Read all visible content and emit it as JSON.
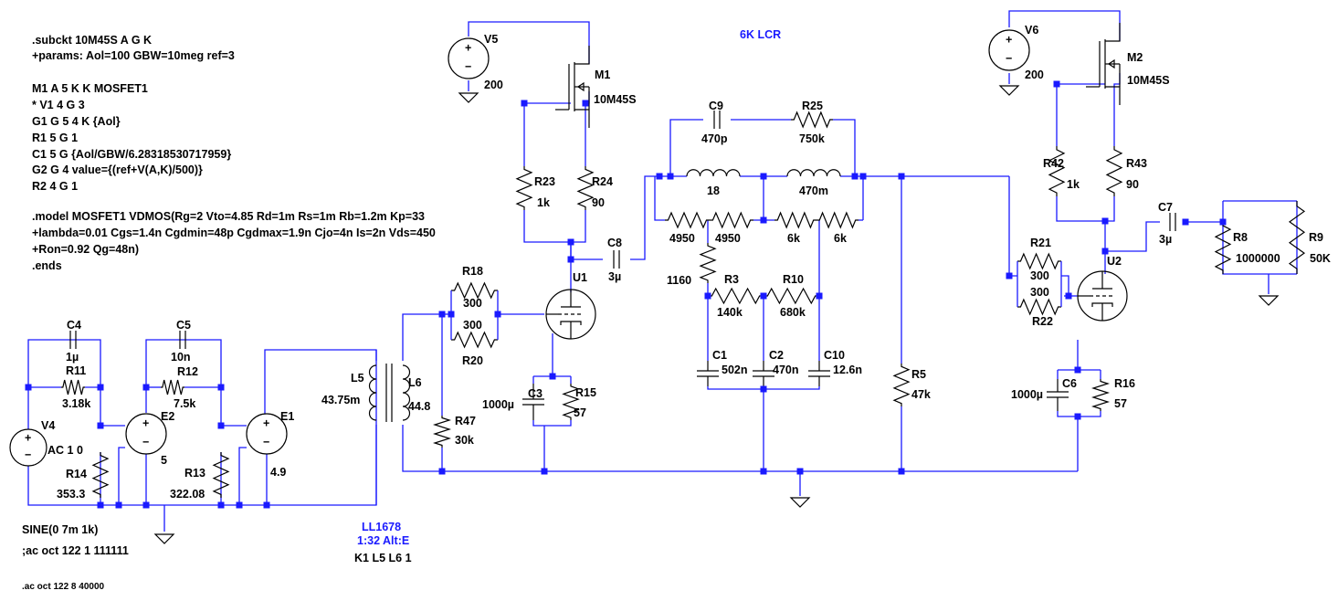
{
  "colors": {
    "wire": "#1a1aff",
    "component": "#000000",
    "net_label": "#1a1aff",
    "background": "#ffffff"
  },
  "title_label": "6K LCR",
  "subckt_lines": [
    ".subckt 10M45S A G K",
    "+params: Aol=100 GBW=10meg ref=3",
    "",
    "M1 A 5 K K MOSFET1",
    "* V1 4 G 3",
    "G1 G 5 4 K {Aol}",
    "R1 5 G 1",
    "C1 5 G {Aol/GBW/6.28318530717959}",
    "G2 G 4 value={(ref+V(A,K)/500)}",
    "R2 4 G 1",
    "",
    ".model MOSFET1 VDMOS(Rg=2 Vto=4.85 Rd=1m Rs=1m Rb=1.2m Kp=33",
    "+lambda=0.01 Cgs=1.4n Cgdmin=48p Cgdmax=1.9n Cjo=4n Is=2n Vds=450",
    "+Ron=0.92 Qg=48n)",
    ".ends"
  ],
  "directives": {
    "sine": "SINE(0 7m 1k)",
    "ac_comment": ";ac oct 122 1 111111",
    "ac": ".ac oct 122 8 40000",
    "coupling": "K1 L5 L6 1",
    "transformer_name": "LL1678",
    "transformer_ratio": "1:32 Alt:E"
  },
  "components": {
    "V4": {
      "name": "V4",
      "value": "AC 1 0"
    },
    "V5": {
      "name": "V5",
      "value": "200"
    },
    "V6": {
      "name": "V6",
      "value": "200"
    },
    "E1": {
      "name": "E1",
      "value": "4.9"
    },
    "E2": {
      "name": "E2",
      "value": "5"
    },
    "M1": {
      "name": "M1",
      "value": "10M45S"
    },
    "M2": {
      "name": "M2",
      "value": "10M45S"
    },
    "U1": {
      "name": "U1"
    },
    "U2": {
      "name": "U2"
    },
    "C4": {
      "name": "C4",
      "value": "1µ"
    },
    "C5": {
      "name": "C5",
      "value": "10n"
    },
    "C3": {
      "name": "C3",
      "value": "1000µ"
    },
    "C6": {
      "name": "C6",
      "value": "1000µ"
    },
    "C8": {
      "name": "C8",
      "value": "3µ"
    },
    "C7": {
      "name": "C7",
      "value": "3µ"
    },
    "C9": {
      "name": "C9",
      "value": "470p"
    },
    "C1": {
      "name": "C1",
      "value": "502n"
    },
    "C2": {
      "name": "C2",
      "value": "470n"
    },
    "C10": {
      "name": "C10",
      "value": "12.6n"
    },
    "R11": {
      "name": "R11",
      "value": "3.18k"
    },
    "R12": {
      "name": "R12",
      "value": "7.5k"
    },
    "R14": {
      "name": "R14",
      "value": "353.3"
    },
    "R13": {
      "name": "R13",
      "value": "322.08"
    },
    "R18": {
      "name": "R18",
      "value": "300"
    },
    "R20": {
      "name": "R20",
      "value": "300"
    },
    "R47": {
      "name": "R47",
      "value": "30k"
    },
    "R15": {
      "name": "R15",
      "value": "57"
    },
    "R23": {
      "name": "R23",
      "value": "1k"
    },
    "R24": {
      "name": "R24",
      "value": "90"
    },
    "R25": {
      "name": "R25",
      "value": "750k"
    },
    "R3": {
      "name": "R3",
      "value": "140k"
    },
    "R10": {
      "name": "R10",
      "value": "680k"
    },
    "R5": {
      "name": "R5",
      "value": "47k"
    },
    "R21": {
      "name": "R21",
      "value": "300"
    },
    "R22": {
      "name": "R22",
      "value": "300"
    },
    "R42": {
      "name": "R42",
      "value": "1k"
    },
    "R43": {
      "name": "R43",
      "value": "90"
    },
    "R16": {
      "name": "R16",
      "value": "57"
    },
    "R8": {
      "name": "R8",
      "value": "1000000"
    },
    "R9": {
      "name": "R9",
      "value": "50K"
    },
    "L5": {
      "name": "L5",
      "value": "43.75m"
    },
    "L6": {
      "name": "L6",
      "value": "44.8"
    },
    "Lnet1": {
      "value": "18"
    },
    "Lnet2": {
      "value": "470m"
    },
    "Rnet": {
      "values": [
        "4950",
        "4950",
        "6k",
        "6k",
        "1160"
      ]
    }
  }
}
